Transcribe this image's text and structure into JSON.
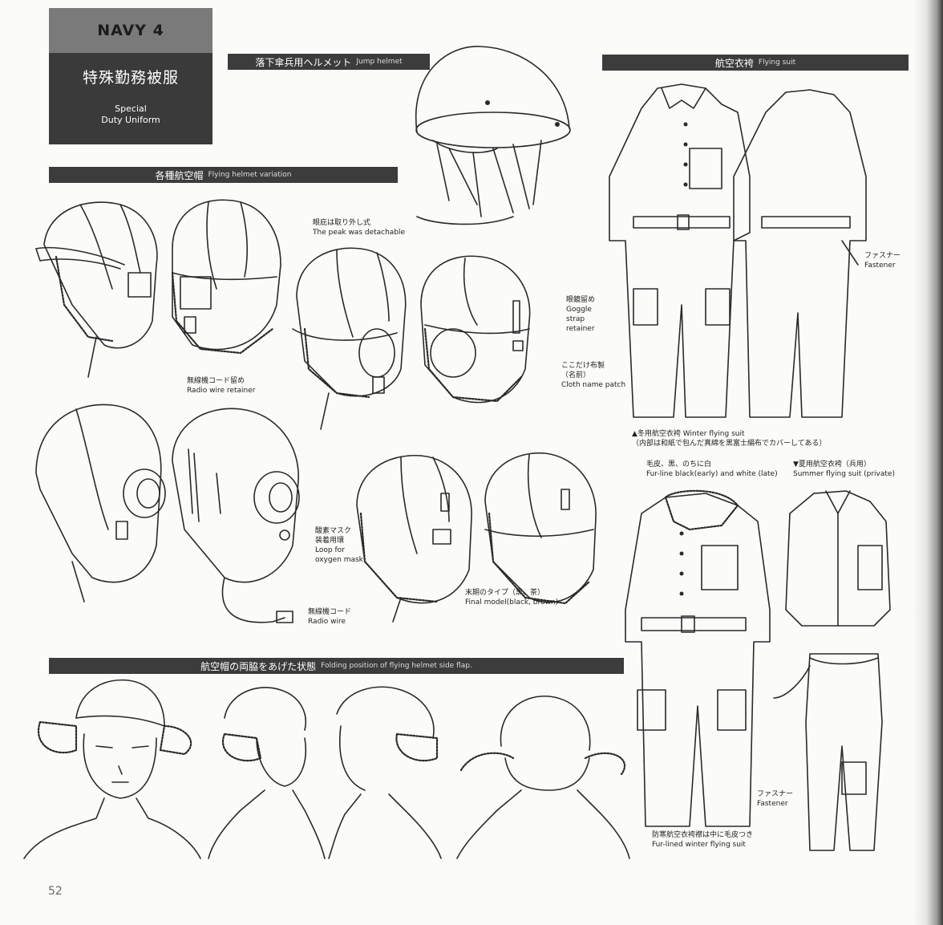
{
  "header": {
    "section": "NAVY 4",
    "title_jp": "特殊勤務被服",
    "title_en_line1": "Special",
    "title_en_line2": "Duty Uniform"
  },
  "sections": {
    "jump_helmet": {
      "jp": "落下傘兵用ヘルメット",
      "en": "Jump helmet"
    },
    "flying_suit": {
      "jp": "航空衣袴",
      "en": "Flying suit"
    },
    "helmet_variation": {
      "jp": "各種航空帽",
      "en": "Flying helmet variation"
    },
    "side_flap": {
      "jp": "航空帽の両脇をあげた状態",
      "en": "Folding position of flying helmet side flap."
    }
  },
  "labels": {
    "peak": {
      "jp": "眼庇は取り外し式",
      "en": "The peak was detachable"
    },
    "goggle": {
      "jp": "眼鏡留め",
      "en1": "Goggle",
      "en2": "strap",
      "en3": "retainer"
    },
    "cloth_name": {
      "jp1": "ここだけ布製",
      "jp2": "（名前）",
      "en": "Cloth name patch"
    },
    "radio_retainer": {
      "jp": "無線機コード留め",
      "en": "Radio wire retainer"
    },
    "oxygen": {
      "jp1": "酸素マスク",
      "jp2": "装着用環",
      "en1": "Loop for",
      "en2": "oxygen mask"
    },
    "radio_wire": {
      "jp": "無線機コード",
      "en": "Radio wire"
    },
    "final_model": {
      "jp": "末期のタイプ（黒、茶）",
      "en": "Final model(black, brown)"
    },
    "fastener_top": {
      "jp": "ファスナー",
      "en": "Fastener"
    },
    "winter_suit": {
      "jp": "▲冬用航空衣袴  Winter flying suit",
      "note": "（内部は和紙で包んだ真綿を黒富士絹布でカバーしてある）"
    },
    "fur_line": {
      "jp": "毛皮、黒、のちに白",
      "en": "Fur-line black(early) and white (late)"
    },
    "summer_suit": {
      "jp": "▼夏用航空衣袴（兵用）",
      "en": "Summer flying suit (private)"
    },
    "fastener_bottom": {
      "jp": "ファスナー",
      "en": "Fastener"
    },
    "fur_lined": {
      "jp": "防寒航空衣袴襟は中に毛皮つき",
      "en": "Fur-lined winter flying suit"
    }
  },
  "page_number": "52"
}
